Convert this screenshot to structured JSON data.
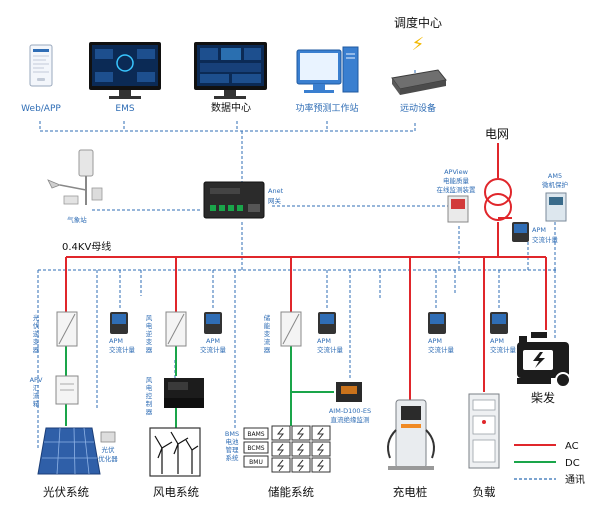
{
  "colors": {
    "ac": "#e0262b",
    "dc": "#1aa54a",
    "comm": "#2f6db5",
    "device_dark": "#1c1c1c"
  },
  "top_devices": {
    "web_app": "Web/APP",
    "ems": "EMS",
    "data_center": "数据中心",
    "forecast_station": "功率预测工作站",
    "telecontrol": "远动设备",
    "dispatch_center": "调度中心"
  },
  "gateway": {
    "line1": "Anet",
    "line2": "网关"
  },
  "weather_station": "气象站",
  "grid": "电网",
  "busbar": "0.4KV母线",
  "apview": {
    "line1": "APView",
    "line2": "电能质量",
    "line3": "在线监测装置"
  },
  "ams": {
    "line1": "AM5",
    "line2": "微机保护"
  },
  "apm_label": {
    "line1": "APM",
    "line2": "交流计量"
  },
  "pv": {
    "inverter": [
      "光",
      "伏",
      "逆",
      "变",
      "器"
    ],
    "combiner": [
      "APV",
      "汇",
      "流",
      "箱"
    ],
    "optimizer": [
      "光伏",
      "优化器"
    ],
    "system": "光伏系统"
  },
  "wind": {
    "converter": [
      "风",
      "电",
      "逆",
      "变",
      "器"
    ],
    "controller": [
      "风",
      "电",
      "控",
      "制",
      "器"
    ],
    "system": "风电系统"
  },
  "storage": {
    "converter": [
      "储",
      "能",
      "变",
      "流",
      "器"
    ],
    "bms_side": [
      "BMS",
      "电池",
      "管理",
      "系统"
    ],
    "boxes": [
      "BAMS",
      "BCMS",
      "BMU"
    ],
    "aim": {
      "line1": "AIM-D100-ES",
      "line2": "直流绝缘监测"
    },
    "system": "储能系统"
  },
  "charger": "充电桩",
  "load": "负载",
  "generator": "柴发",
  "legend": {
    "ac": "AC",
    "dc": "DC",
    "comm": "通讯"
  }
}
